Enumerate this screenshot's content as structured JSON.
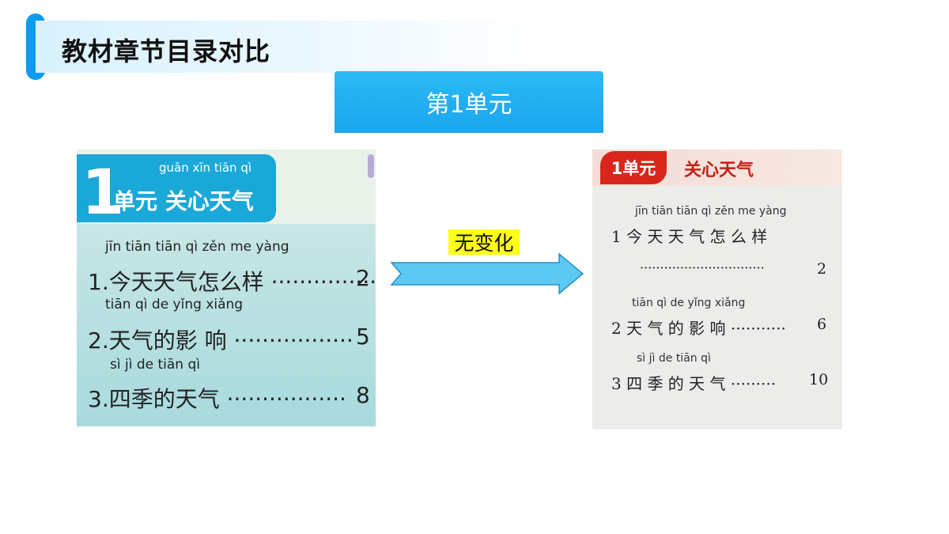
{
  "page": {
    "title": "教材章节目录对比",
    "unit_banner": "第1单元",
    "change_label": "无变化"
  },
  "left_book": {
    "unit_number": "1",
    "title_pinyin": "guān xīn tiān qì",
    "title": "单元 关心天气",
    "items": [
      {
        "pinyin": "jīn tiān tiān qì zěn me yàng",
        "text": "1.今天天气怎么样 ·················",
        "page": "2"
      },
      {
        "pinyin": "tiān qì de yǐng xiǎng",
        "text": "2.天气的影 响 ·················",
        "page": "5"
      },
      {
        "pinyin": "sì jì de tiān qì",
        "text": "3.四季的天气 ·················",
        "page": "8"
      }
    ]
  },
  "right_book": {
    "unit_label": "1单元",
    "title": "关心天气",
    "items": [
      {
        "pinyin": "jīn tiān tiān qì zěn me yàng",
        "text": "1 今 天 天 气 怎 么 样",
        "dots": "·······························",
        "page": "2"
      },
      {
        "pinyin": "tiān qì de yǐng xiǎng",
        "text": "2 天 气 的 影 响 ···········",
        "page": "6"
      },
      {
        "pinyin": "sì jì de tiān qì",
        "text": "3 四 季 的 天 气 ·········",
        "page": "10"
      }
    ]
  },
  "colors": {
    "accent": "#0b9cf0",
    "banner": "#1aa6ee",
    "highlight": "#ffff19",
    "arrow": "#5cc8f4",
    "right_header": "#d9261c"
  }
}
